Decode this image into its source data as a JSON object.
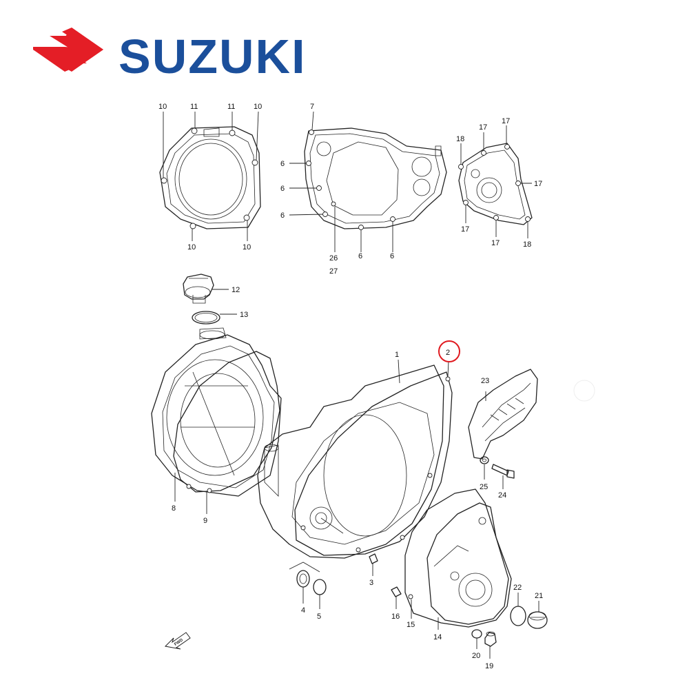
{
  "brand": {
    "name": "SUZUKI",
    "logo_color": "#e41e26",
    "text_color": "#1b4f9b"
  },
  "highlight": {
    "part_number": "2",
    "color": "#e0191f"
  },
  "fwd_arrow_label": "FWD",
  "parts": {
    "p1": "1",
    "p2": "2",
    "p3": "3",
    "p4": "4",
    "p5": "5",
    "p6": "6",
    "p7": "7",
    "p8": "8",
    "p9": "9",
    "p10": "10",
    "p11": "11",
    "p12": "12",
    "p13": "13",
    "p14": "14",
    "p15": "15",
    "p16": "16",
    "p17": "17",
    "p18": "18",
    "p19": "19",
    "p20": "20",
    "p21": "21",
    "p22": "22",
    "p23": "23",
    "p24": "24",
    "p25": "25",
    "p26": "26",
    "p27": "27"
  }
}
